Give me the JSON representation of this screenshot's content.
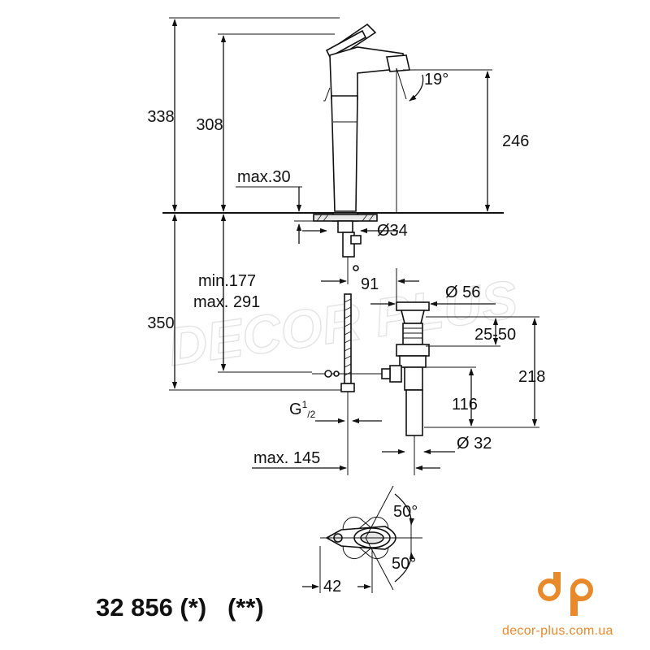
{
  "dimensions": {
    "total_height": "338",
    "spout_height": "308",
    "outlet_height": "246",
    "spout_angle": "19°",
    "max_deck_thickness": "max.30",
    "hole_diameter": "Ø34",
    "hose_min": "min.177",
    "hose_max": "max. 291",
    "below_deck": "350",
    "pop_up_offset": "91",
    "waste_top_diameter": "Ø 56",
    "waste_range": "25-50",
    "waste_length": "218",
    "tail_length": "116",
    "tail_diameter": "Ø 32",
    "connection_thread": "G",
    "connection_thread_super": "1",
    "connection_thread_sub": "/2",
    "max_reach": "max. 145",
    "lever_angle_top": "50°",
    "lever_angle_bottom": "50°",
    "lever_offset": "42"
  },
  "model_number": "32 856 (*)   (**)",
  "watermark": "DECOR PLUS",
  "brand": {
    "logo_letters": "dp",
    "website": "decor-plus.com.ua",
    "accent_color": "#e8892b"
  }
}
